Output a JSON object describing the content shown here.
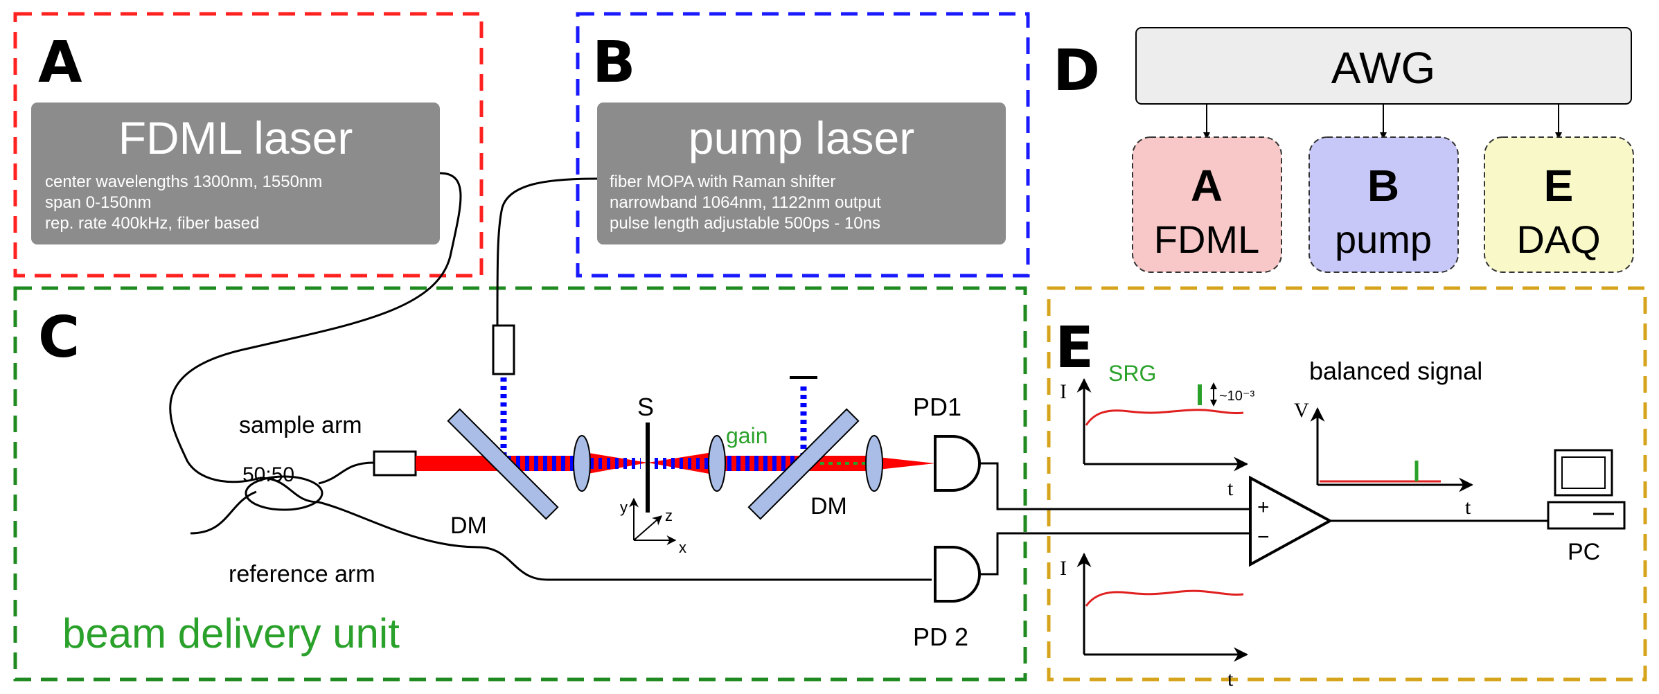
{
  "panels": {
    "a": {
      "letter": "A",
      "box_color": "#ff0000"
    },
    "b": {
      "letter": "B",
      "box_color": "#0000ff"
    },
    "c": {
      "letter": "C",
      "box_color": "#008000"
    },
    "d": {
      "letter": "D"
    },
    "e": {
      "letter": "E",
      "box_color": "#d4a017"
    }
  },
  "fdml_laser": {
    "title": "FDML laser",
    "specs": [
      "center wavelengths 1300nm, 1550nm",
      "span 0-150nm",
      "rep. rate 400kHz, fiber based"
    ]
  },
  "pump_laser": {
    "title": "pump laser",
    "specs": [
      "fiber MOPA with Raman shifter",
      "narrowband 1064nm, 1122nm output",
      "pulse length adjustable 500ps - 10ns"
    ]
  },
  "beam_delivery": {
    "unit_label": "beam delivery unit",
    "sample_arm": "sample arm",
    "reference_arm": "reference arm",
    "coupler_ratio": "50:50",
    "dichroic_1": "DM",
    "dichroic_2": "DM",
    "sample_label": "S",
    "gain_label": "gain",
    "axis_x": "x",
    "axis_y": "y",
    "axis_z": "z",
    "pd1": "PD1",
    "pd2": "PD 2"
  },
  "control": {
    "awg": "AWG",
    "modules": [
      {
        "letter": "A",
        "name": "FDML",
        "color": "#f8c8c8"
      },
      {
        "letter": "B",
        "name": "pump",
        "color": "#c8c8f8"
      },
      {
        "letter": "E",
        "name": "DAQ",
        "color": "#f8f8c8"
      }
    ]
  },
  "detection": {
    "srg_label": "SRG",
    "srg_magnitude": "~10⁻³",
    "balanced_title": "balanced signal",
    "axis_i": "I",
    "axis_v": "V",
    "axis_t": "t",
    "plus": "+",
    "minus": "−",
    "pc_label": "PC"
  },
  "colors": {
    "fdml_beam": "#ff0000",
    "pump_beam": "#0000ff",
    "srg_signal": "#2aa12a",
    "laser_box": "#8c8c8c",
    "optic": "#a9bde6"
  }
}
